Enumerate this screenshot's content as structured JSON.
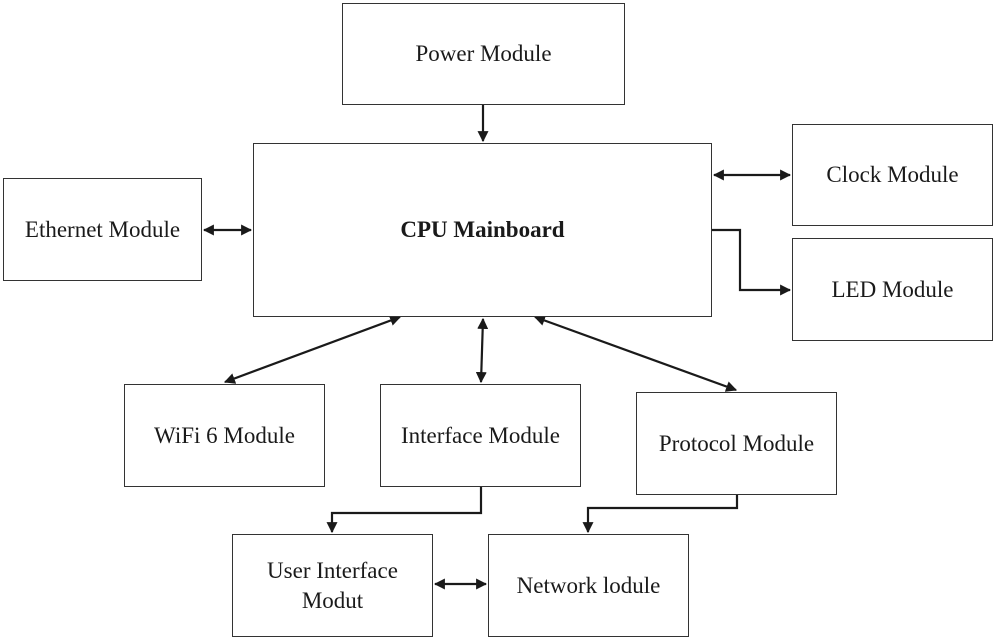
{
  "modules": {
    "power": "Power Module",
    "cpu": "CPU Mainboard",
    "ethernet": "Ethernet Module",
    "clock": "Clock Module",
    "led": "LED Module",
    "wifi": "WiFi 6 Module",
    "interface": "Interface Module",
    "protocol": "Protocol Module",
    "user_interface": "User Interface\nModut",
    "network": "Network lodule"
  },
  "colors": {
    "line": "#1a1a1a",
    "border": "#333333"
  }
}
